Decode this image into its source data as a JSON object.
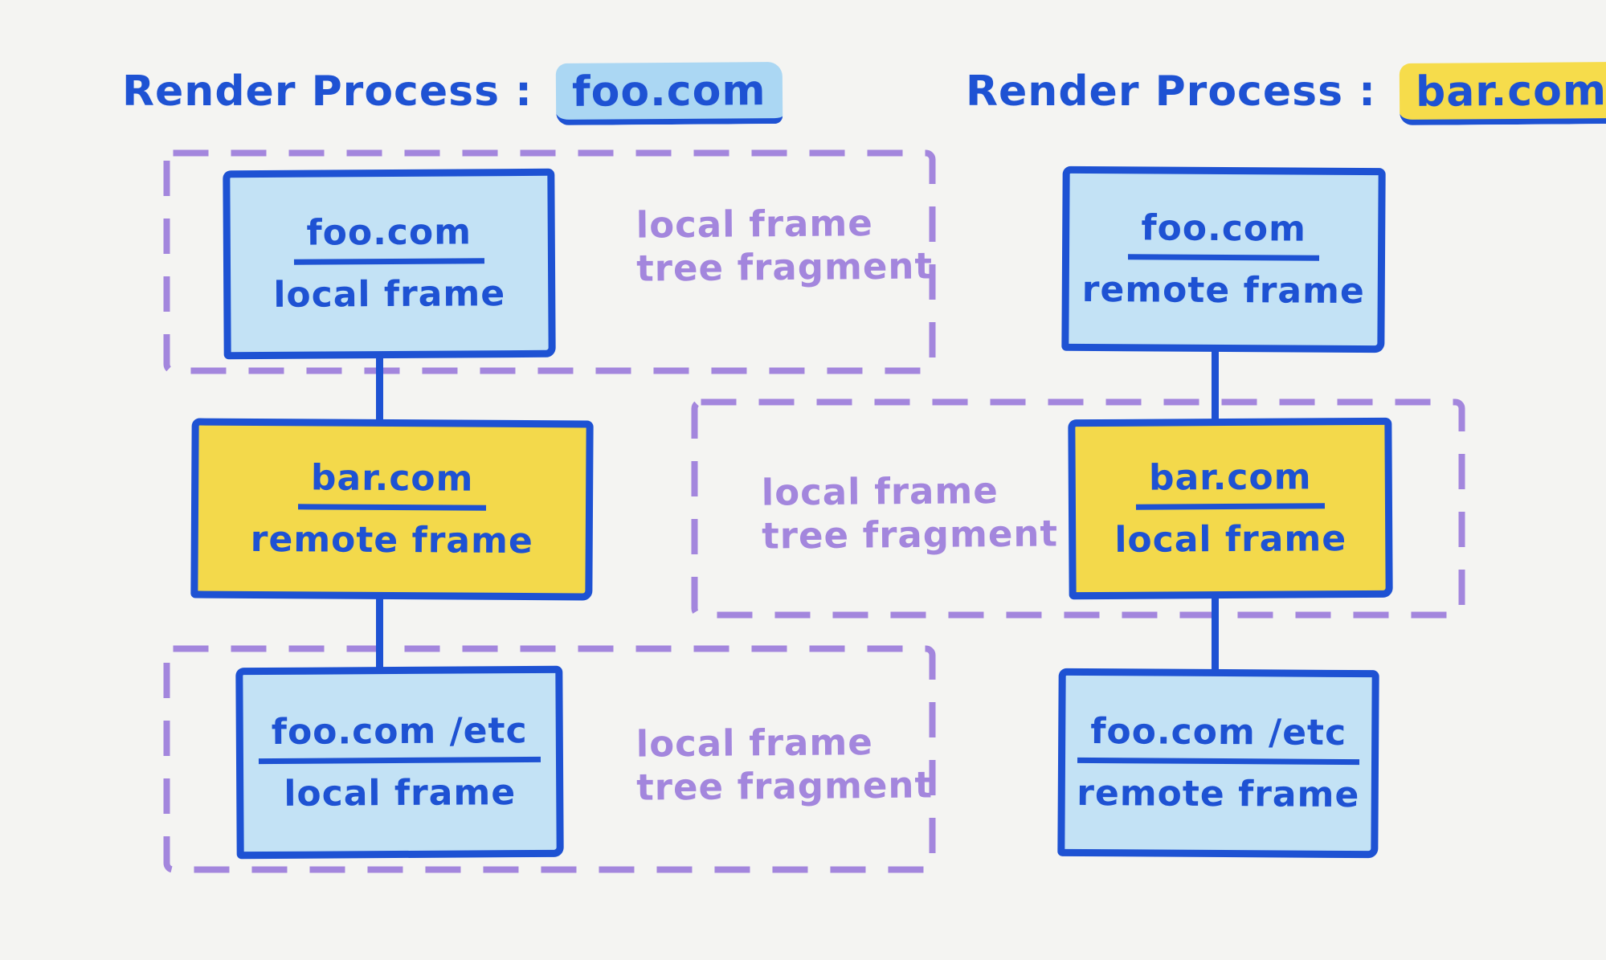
{
  "diagram": {
    "left_process": {
      "title_prefix": "Render Process :",
      "title_domain": "foo.com",
      "nodes": [
        {
          "domain": "foo.com",
          "frame_type": "local frame"
        },
        {
          "domain": "bar.com",
          "frame_type": "remote frame"
        },
        {
          "domain": "foo.com /etc",
          "frame_type": "local frame"
        }
      ]
    },
    "right_process": {
      "title_prefix": "Render Process :",
      "title_domain": "bar.com",
      "nodes": [
        {
          "domain": "foo.com",
          "frame_type": "remote frame"
        },
        {
          "domain": "bar.com",
          "frame_type": "local frame"
        },
        {
          "domain": "foo.com /etc",
          "frame_type": "remote frame"
        }
      ]
    },
    "fragment_label": {
      "line1": "local frame",
      "line2": "tree fragment"
    },
    "colors": {
      "background": "#f4f4f2",
      "ink_blue": "#1e52d3",
      "light_blue_fill": "#c3e2f5",
      "yellow_fill": "#f3d94b",
      "purple": "#a386dd",
      "highlight_blue": "#abd7f3",
      "highlight_yellow": "#f6dc4b"
    }
  }
}
